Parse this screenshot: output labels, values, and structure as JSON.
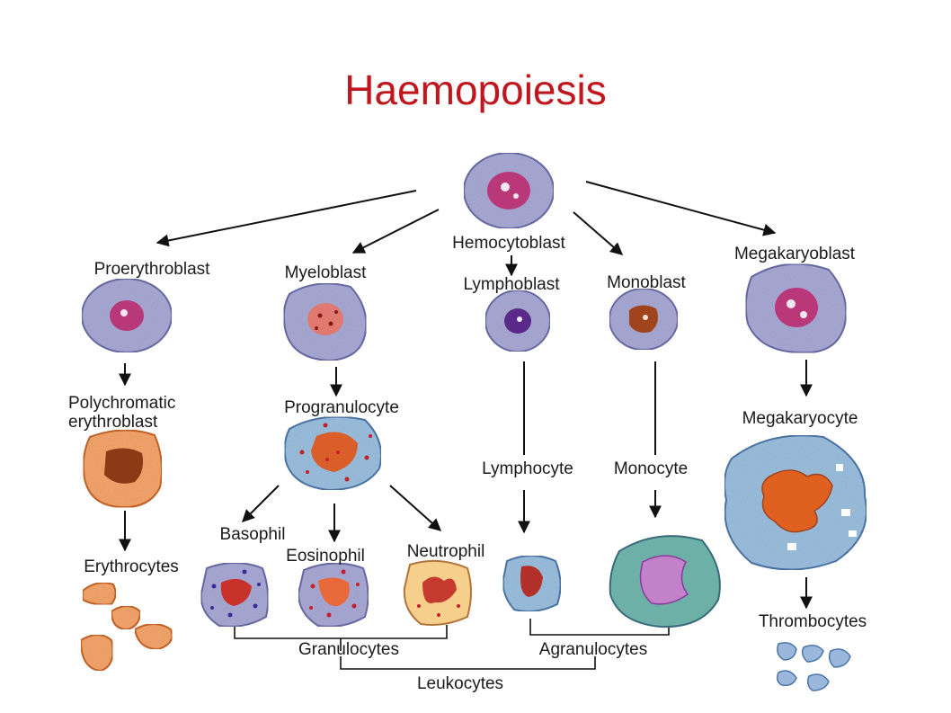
{
  "title": "Haemopoiesis",
  "colors": {
    "title": "#c0161e",
    "arrow": "#111111",
    "cell_gray": "#a9abd6",
    "cell_gray_edge": "#6a6ca8",
    "nucleus_magenta": "#b8387a",
    "nucleus_purple": "#5a2a8a",
    "nucleus_brown": "#a0441e",
    "cell_orange": "#f5a66c",
    "cell_orange_edge": "#c8652a",
    "cell_blue": "#9cc0df",
    "cell_blue_edge": "#4d76a8",
    "cell_teal": "#6cb0a8",
    "nucleus_violet": "#c281c9",
    "granule_red": "#c3202a",
    "platelet_blue": "#9bb7db"
  },
  "labels": {
    "hemocytoblast": "Hemocytoblast",
    "proerythroblast": "Proerythroblast",
    "myeloblast": "Myeloblast",
    "lymphoblast": "Lymphoblast",
    "monoblast": "Monoblast",
    "megakaryoblast": "Megakaryoblast",
    "polychromatic_line1": "Polychromatic",
    "polychromatic_line2": "erythroblast",
    "progranulocyte": "Progranulocyte",
    "lymphocyte": "Lymphocyte",
    "monocyte": "Monocyte",
    "megakaryocyte": "Megakaryocyte",
    "basophil": "Basophil",
    "eosinophil": "Eosinophil",
    "neutrophil": "Neutrophil",
    "erythrocytes": "Erythrocytes",
    "thrombocytes": "Thrombocytes",
    "granulocytes": "Granulocytes",
    "agranulocytes": "Agranulocytes",
    "leukocytes": "Leukocytes"
  }
}
